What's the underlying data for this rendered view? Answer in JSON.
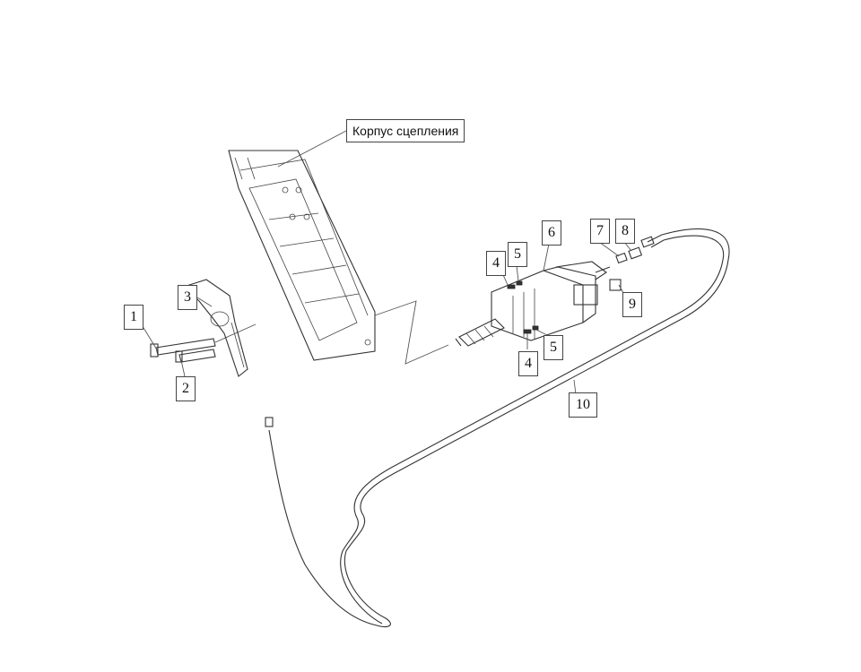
{
  "caption": "Корпус сцепления",
  "labels": {
    "l1": "1",
    "l2": "2",
    "l3": "3",
    "l4a": "4",
    "l5a": "5",
    "l4b": "4",
    "l5b": "5",
    "l6": "6",
    "l7": "7",
    "l8": "8",
    "l9": "9",
    "l10": "10"
  }
}
